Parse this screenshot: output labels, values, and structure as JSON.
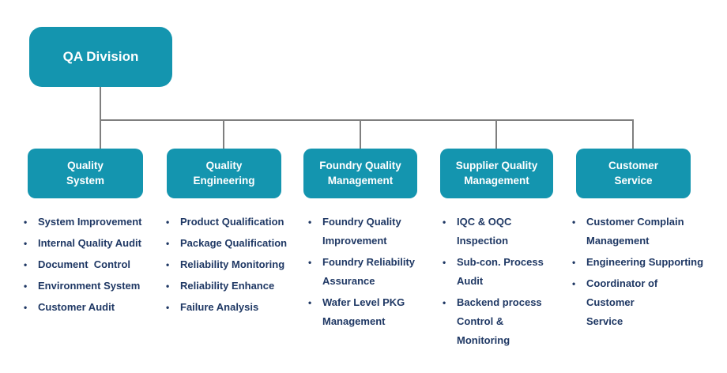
{
  "root": {
    "title": "QA Division"
  },
  "colors": {
    "box_teal": "#1495AF",
    "connector_gray": "#7F7F7F",
    "text_navy": "#1F3864"
  },
  "bullet_glyph": "•",
  "departments": [
    {
      "title": "Quality\nSystem",
      "items": [
        "System Improvement",
        "Internal Quality Audit",
        "Document  Control",
        "Environment System",
        "Customer Audit"
      ]
    },
    {
      "title": "Quality\nEngineering",
      "items": [
        "Product Qualification",
        "Package Qualification",
        "Reliability Monitoring",
        "Reliability Enhance",
        "Failure Analysis"
      ]
    },
    {
      "title": "Foundry Quality\nManagement",
      "items": [
        "Foundry Quality\nImprovement",
        "Foundry Reliability\nAssurance",
        "Wafer Level PKG\nManagement"
      ]
    },
    {
      "title": "Supplier Quality\nManagement",
      "items": [
        "IQC & OQC\nInspection",
        "Sub-con. Process\nAudit",
        "Backend process\nControl &\nMonitoring"
      ]
    },
    {
      "title": "Customer\nService",
      "items": [
        "Customer Complain\nManagement",
        "Engineering Supporting",
        "Coordinator of\nCustomer\nService"
      ]
    }
  ]
}
